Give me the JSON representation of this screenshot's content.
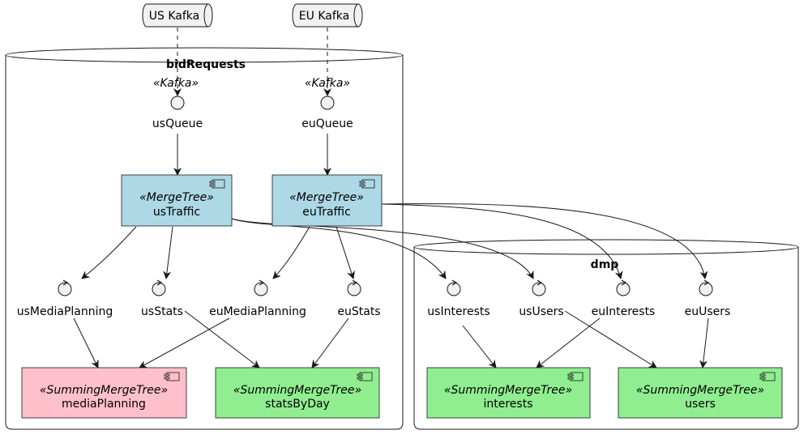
{
  "queues": [
    {
      "id": "us_kafka",
      "label": "US Kafka"
    },
    {
      "id": "eu_kafka",
      "label": "EU Kafka"
    }
  ],
  "databases": [
    {
      "id": "bidRequests",
      "label": "bidRequests"
    },
    {
      "id": "dmp",
      "label": "dmp"
    }
  ],
  "interfaces": [
    {
      "id": "usQueue",
      "label": "usQueue",
      "stereotype": "«Kafka»"
    },
    {
      "id": "euQueue",
      "label": "euQueue",
      "stereotype": "«Kafka»"
    }
  ],
  "components": [
    {
      "id": "usTraffic",
      "label": "usTraffic",
      "stereotype": "«MergeTree»",
      "color": "#ADD8E6"
    },
    {
      "id": "euTraffic",
      "label": "euTraffic",
      "stereotype": "«MergeTree»",
      "color": "#ADD8E6"
    },
    {
      "id": "mediaPlanning",
      "label": "mediaPlanning",
      "stereotype": "«SummingMergeTree»",
      "color": "#FFC0CB"
    },
    {
      "id": "statsByDay",
      "label": "statsByDay",
      "stereotype": "«SummingMergeTree»",
      "color": "#90EE90"
    },
    {
      "id": "interests",
      "label": "interests",
      "stereotype": "«SummingMergeTree»",
      "color": "#90EE90"
    },
    {
      "id": "users",
      "label": "users",
      "stereotype": "«SummingMergeTree»",
      "color": "#90EE90"
    }
  ],
  "controls": [
    {
      "id": "usMediaPlanning",
      "label": "usMediaPlanning"
    },
    {
      "id": "usStats",
      "label": "usStats"
    },
    {
      "id": "euMediaPlanning",
      "label": "euMediaPlanning"
    },
    {
      "id": "euStats",
      "label": "euStats"
    },
    {
      "id": "usInterests",
      "label": "usInterests"
    },
    {
      "id": "usUsers",
      "label": "usUsers"
    },
    {
      "id": "euInterests",
      "label": "euInterests"
    },
    {
      "id": "euUsers",
      "label": "euUsers"
    }
  ]
}
